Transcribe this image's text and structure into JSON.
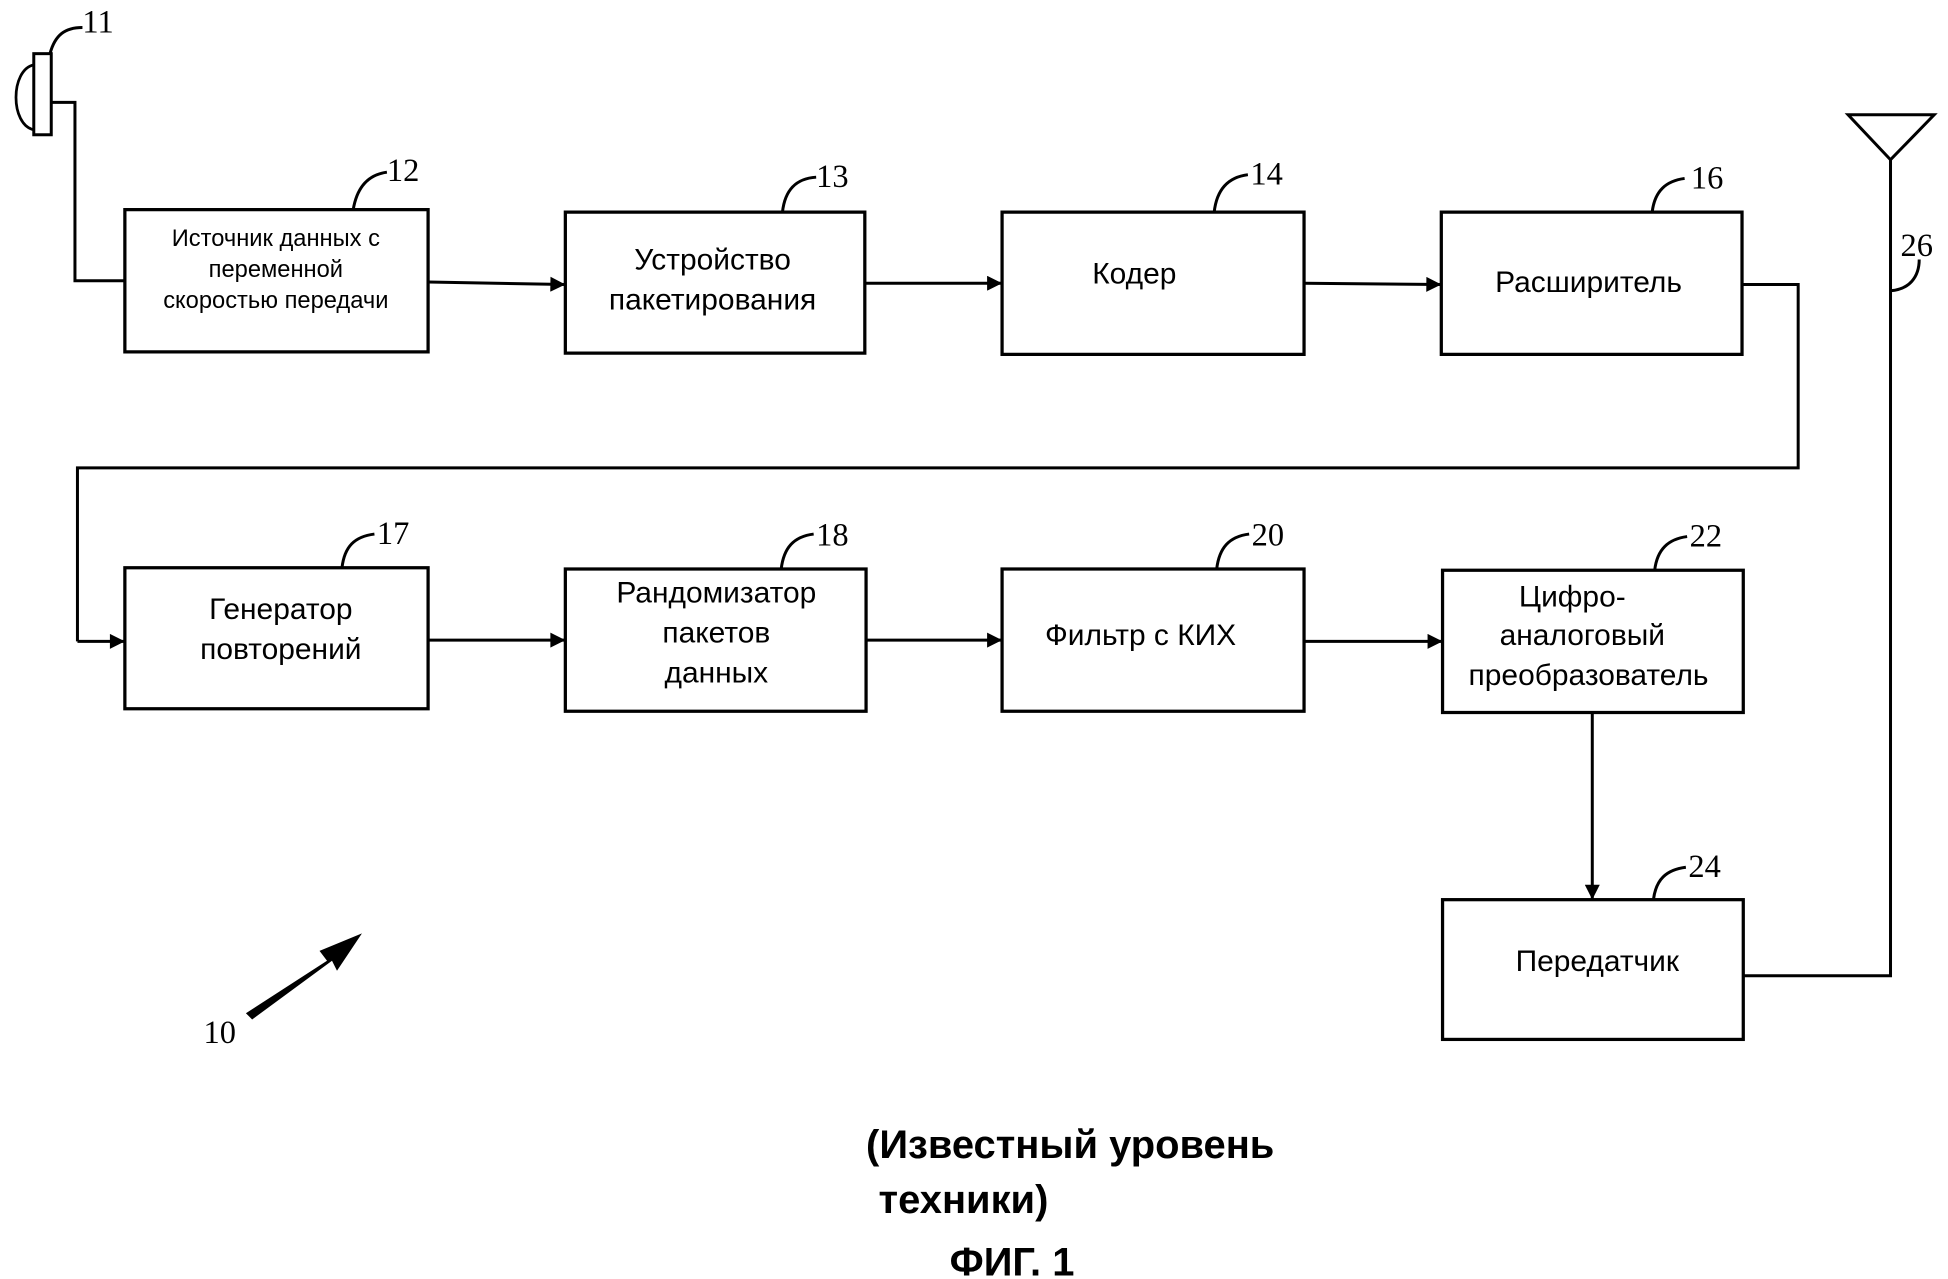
{
  "figure": {
    "system_ref": "10",
    "caption_line1": "(Известный уровень",
    "caption_line2": "техники)",
    "figure_label": "ФИГ. 1"
  },
  "microphone": {
    "ref": "11"
  },
  "antenna": {
    "ref": "26"
  },
  "blocks": {
    "source": {
      "ref": "12",
      "lines": [
        "Источник данных с",
        "переменной",
        "скоростью передачи"
      ]
    },
    "packetizer": {
      "ref": "13",
      "lines": [
        "Устройство",
        "пакетирования"
      ]
    },
    "encoder": {
      "ref": "14",
      "lines": [
        "Кодер"
      ]
    },
    "spreader": {
      "ref": "16",
      "lines": [
        "Расширитель"
      ]
    },
    "repeater": {
      "ref": "17",
      "lines": [
        "Генератор",
        "повторений"
      ]
    },
    "randomizer": {
      "ref": "18",
      "lines": [
        "Рандомизатор",
        "пакетов",
        "данных"
      ]
    },
    "fir_filter": {
      "ref": "20",
      "lines": [
        "Фильтр с КИХ"
      ]
    },
    "dac": {
      "ref": "22",
      "lines": [
        "Цифро-",
        "аналоговый",
        "преобразователь"
      ]
    },
    "transmitter": {
      "ref": "24",
      "lines": [
        "Передатчик"
      ]
    }
  }
}
